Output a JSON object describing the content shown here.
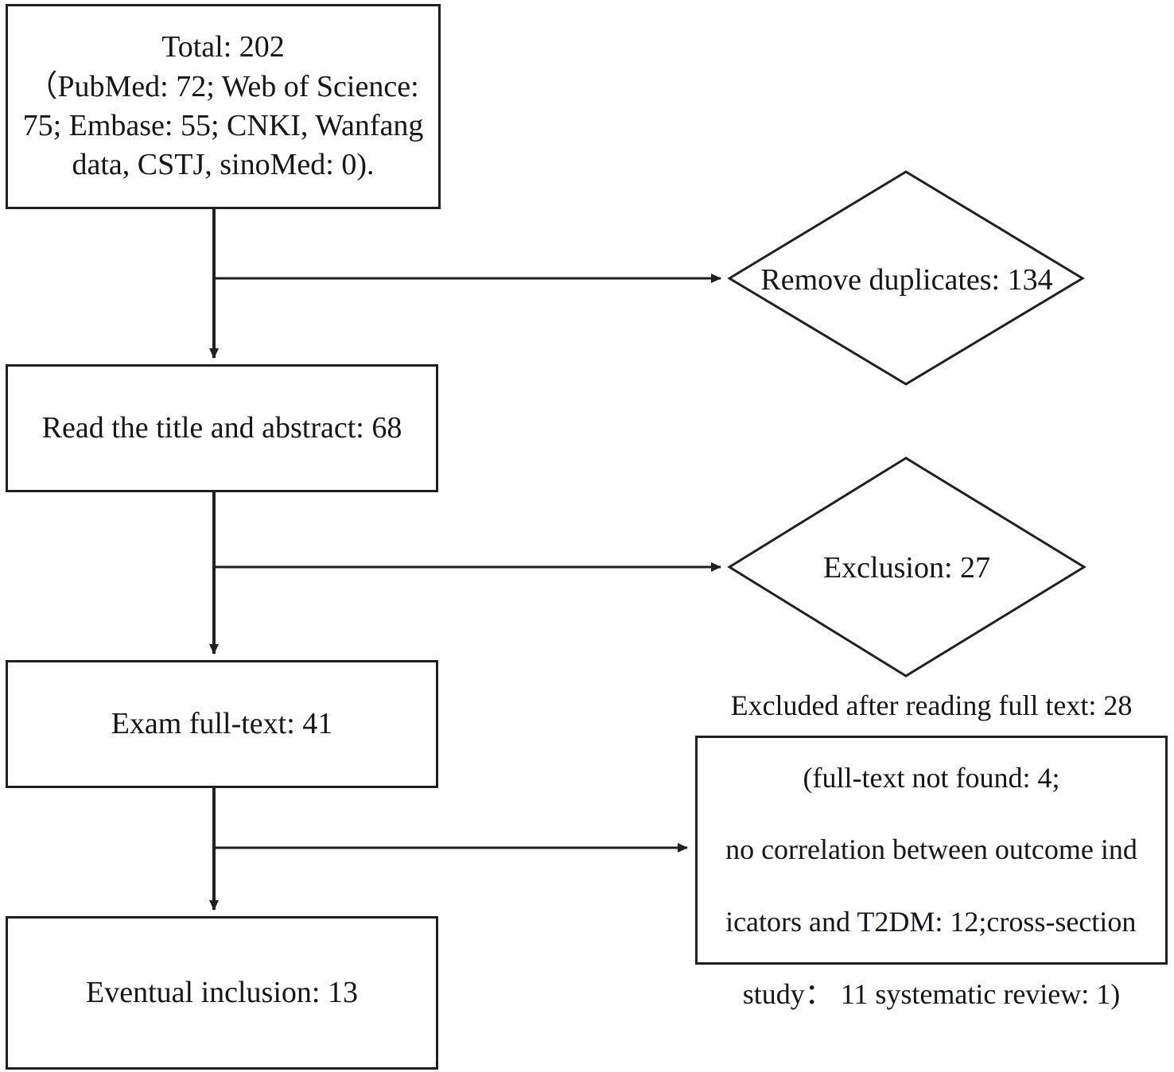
{
  "diagram": {
    "type": "flowchart",
    "title": "PRISMA-style study selection flow diagram",
    "nodes": [
      {
        "id": "total",
        "shape": "rectangle",
        "text": "Total: 202\n（PubMed: 72; Web of Science:\n75; Embase: 55; CNKI, Wanfang\ndata,  CSTJ, sinoMed: 0)."
      },
      {
        "id": "remove-duplicates",
        "shape": "diamond",
        "text": "Remove duplicates: 134"
      },
      {
        "id": "read-title-abstract",
        "shape": "rectangle",
        "text": "Read the title and abstract: 68"
      },
      {
        "id": "exclusion",
        "shape": "diamond",
        "text": "Exclusion: 27"
      },
      {
        "id": "exam-full-text",
        "shape": "rectangle",
        "text": "Exam full-text: 41"
      },
      {
        "id": "excluded-after-reading",
        "shape": "rectangle",
        "lines": [
          "Excluded after reading full text: 28",
          "(full-text not found:  4;",
          "no correlation between outcome ind",
          "icators and T2DM: 12;cross-section",
          "study：  11 systematic review: 1)"
        ]
      },
      {
        "id": "eventual-inclusion",
        "shape": "rectangle",
        "text": "Eventual inclusion: 13"
      }
    ],
    "counts": {
      "total": 202,
      "pubmed": 72,
      "web_of_science": 75,
      "embase": 55,
      "cnki_wanfang_cstj_sinomed": 0,
      "duplicates_removed": 134,
      "title_abstract_screened": 68,
      "excluded_at_screening": 27,
      "full_text_assessed": 41,
      "excluded_after_full_text": 28,
      "full_text_not_found": 4,
      "no_correlation_outcome_T2DM": 12,
      "cross_section_study": 11,
      "systematic_review": 1,
      "eventual_inclusion": 13
    },
    "colors": {
      "stroke": "#1f2024",
      "text": "#15161a",
      "background": "#ffffff"
    }
  }
}
